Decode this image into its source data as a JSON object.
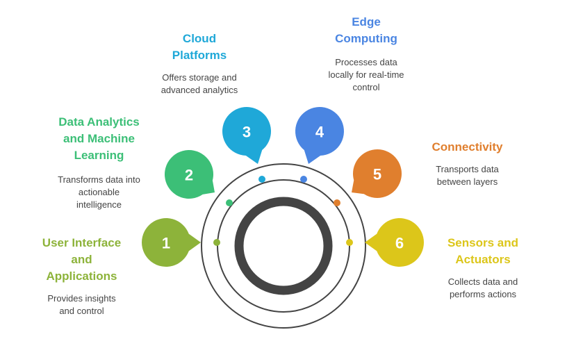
{
  "items": [
    {
      "number": "1",
      "color": "#8db33a",
      "title": "User Interface\nand\nApplications",
      "description": "Provides insights\nand control"
    },
    {
      "number": "2",
      "color": "#3cbf77",
      "title": "Data Analytics\nand Machine\nLearning",
      "description": "Transforms data into\nactionable\nintelligence"
    },
    {
      "number": "3",
      "color": "#1fa8d8",
      "title": "Cloud\nPlatforms",
      "description": "Offers storage and\nadvanced analytics"
    },
    {
      "number": "4",
      "color": "#4a85e2",
      "title": "Edge\nComputing",
      "description": "Processes data\nlocally for real-time\ncontrol"
    },
    {
      "number": "5",
      "color": "#e07f2e",
      "title": "Connectivity",
      "description": "Transports data\nbetween layers"
    },
    {
      "number": "6",
      "color": "#dcc61a",
      "title": "Sensors and\nActuators",
      "description": "Collects data and\nperforms actions"
    }
  ],
  "colors": {
    "ring": "#444444"
  }
}
